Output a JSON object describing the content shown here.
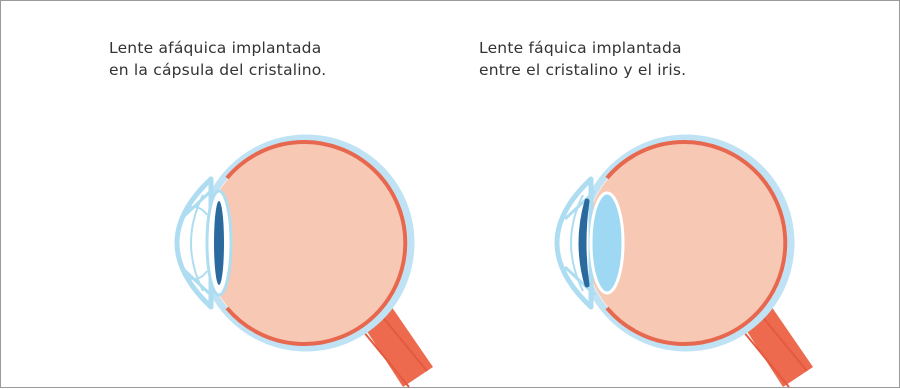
{
  "panels": [
    {
      "caption_line1": "Lente afáquica implantada",
      "caption_line2": "en la cápsula del cristalino.",
      "lens_type": "aphakic"
    },
    {
      "caption_line1": "Lente fáquica implantada",
      "caption_line2": "entre el cristalino y el iris.",
      "lens_type": "phakic"
    }
  ],
  "colors": {
    "sclera_outline": "#bfe3f4",
    "retina_line": "#e8684f",
    "vitreous_fill": "#f7c9b5",
    "optic_nerve": "#ed6a4f",
    "cornea_outline": "#aeddf2",
    "lens_dark": "#2a6a9e",
    "lens_light": "#9fd8f2"
  }
}
